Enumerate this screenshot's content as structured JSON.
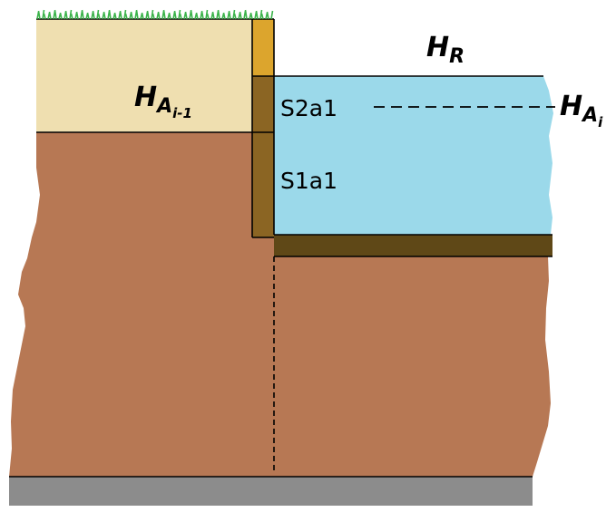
{
  "labels": {
    "h_a_prev": {
      "main": "H",
      "sub": "A",
      "subsub": "i-1"
    },
    "h_r": {
      "main": "H",
      "sub": "R"
    },
    "h_a_i": {
      "main": "H",
      "sub": "A",
      "subsub": "i"
    },
    "layer_upper": "S2a1",
    "layer_lower": "S1a1"
  },
  "colors": {
    "soil": "#b77854",
    "upper_soil": "#efdfb0",
    "water": "#9bd9ea",
    "bedrock": "#8c8c8c",
    "sheet_pile_upper": "#dca52d",
    "sheet_pile_lower": "#8b6523",
    "excavation_base": "#5f4817",
    "grass": "#3bb34a",
    "line": "#000000"
  }
}
